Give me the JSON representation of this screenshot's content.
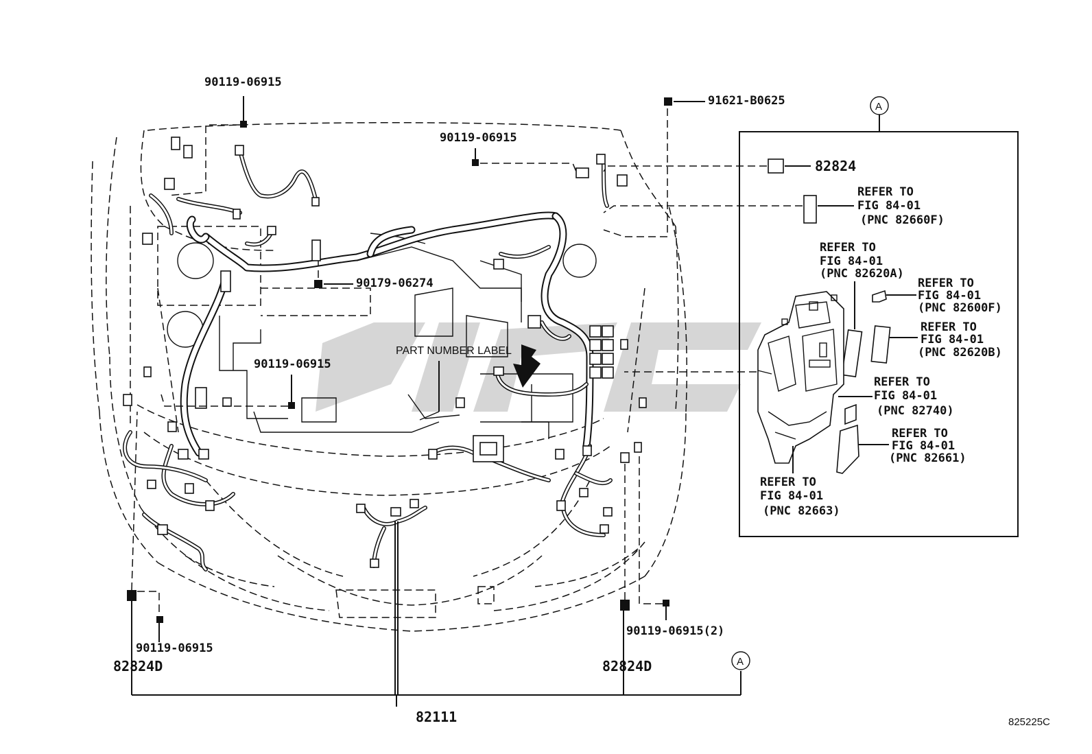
{
  "diagram": {
    "watermark_colour": "#d6d6d6",
    "figure_code": "825225C",
    "callout_letter": "A",
    "labels": {
      "bolt_top_left": "90119-06915",
      "bolt_top_mid": "90119-06915",
      "clip_top_right": "91621-B0625",
      "clip_center": "90179-06274",
      "bolt_center_left": "90119-06915",
      "part_number_label": "PART NUMBER LABEL",
      "bolt_bottom_left": "90119-06915",
      "bolt_bottom_right": "90119-06915(2)",
      "bracket_left": "82824D",
      "bracket_right": "82824D",
      "main_harness": "82111",
      "relay_block_top": "82824"
    },
    "refer_blocks": [
      {
        "id": "82660F",
        "lines": [
          "REFER TO",
          "FIG 84-01",
          "(PNC 82660F)"
        ]
      },
      {
        "id": "82620A",
        "lines": [
          "REFER TO",
          "FIG 84-01",
          "(PNC 82620A)"
        ]
      },
      {
        "id": "82600F",
        "lines": [
          "REFER TO",
          "FIG 84-01",
          "(PNC 82600F)"
        ]
      },
      {
        "id": "82620B",
        "lines": [
          "REFER TO",
          "FIG 84-01",
          "(PNC 82620B)"
        ]
      },
      {
        "id": "82740",
        "lines": [
          "REFER TO",
          "FIG 84-01",
          "(PNC 82740)"
        ]
      },
      {
        "id": "82661",
        "lines": [
          "REFER TO",
          "FIG 84-01",
          "(PNC 82661)"
        ]
      },
      {
        "id": "82663",
        "lines": [
          "REFER TO",
          "FIG 84-01",
          "(PNC 82663)"
        ]
      }
    ]
  }
}
